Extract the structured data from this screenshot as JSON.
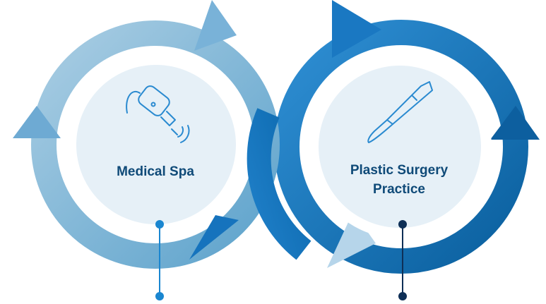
{
  "colors": {
    "ring_left_light": "#a9cde3",
    "ring_left_dark": "#5ea3cc",
    "ring_right_light": "#2f8fd4",
    "ring_right_dark": "#0a5f9e",
    "inner_circle_fill": "#e6f0f7",
    "icon_stroke": "#2a8ad0",
    "label_text": "#0f4a78",
    "pin_left": "#1a86d0",
    "pin_right": "#0e2f56"
  },
  "nodes": [
    {
      "label_lines": [
        "Medical Spa"
      ],
      "icon": "ultrasound-handpiece-icon"
    },
    {
      "label_lines": [
        "Plastic Surgery",
        "Practice"
      ],
      "icon": "scalpel-icon"
    }
  ]
}
